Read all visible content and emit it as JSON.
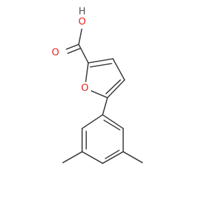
{
  "molecule": {
    "atoms": {
      "acid_oh": {
        "symbol": "O",
        "h": "H"
      },
      "carbonyl_o": {
        "symbol": "O"
      },
      "ring_o": {
        "symbol": "O"
      }
    },
    "colors": {
      "bond": "#3a3a3a",
      "oxygen": "#e8231f",
      "hydrogen": "#555555",
      "background": "#ffffff"
    }
  }
}
